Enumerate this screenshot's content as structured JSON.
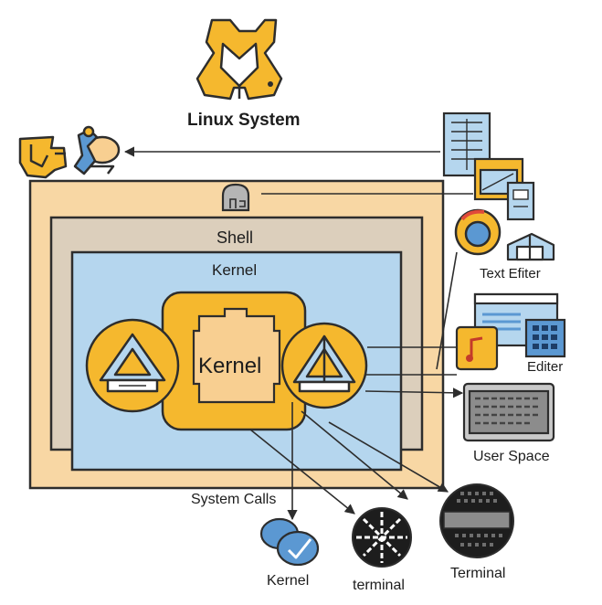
{
  "title": "Linux System",
  "labels": {
    "shell": "Shell",
    "kernel_outer": "Kernel",
    "kernel_core": "Kernel",
    "system_calls": "System Calls",
    "kernel_bottom": "Kernel",
    "terminal_lower": "terminal",
    "terminal_upper": "Terminal",
    "text_editor": "Text Efiter",
    "editer": "Editer",
    "user_space": "User Space"
  },
  "icons": [
    "linux-logo-icon",
    "app-puzzle-icon",
    "chat-people-icon",
    "spreadsheet-icon",
    "window-app-icon",
    "document-icon",
    "shell-lock-icon",
    "browser-icon",
    "package-icon",
    "app-window-icon",
    "music-app-icon",
    "grid-app-icon",
    "terminal-keyboard-icon",
    "kernel-module-icon",
    "cloud-check-icon",
    "terminal-disc-icon"
  ],
  "colors": {
    "orange_layer": "#f8d7a4",
    "tan_layer": "#dccfbc",
    "blue_layer": "#b5d6ee",
    "gold": "#f5b82e",
    "core": "#f8cf91",
    "outline": "#2d2d2d",
    "blue_icon": "#5b98d2"
  }
}
